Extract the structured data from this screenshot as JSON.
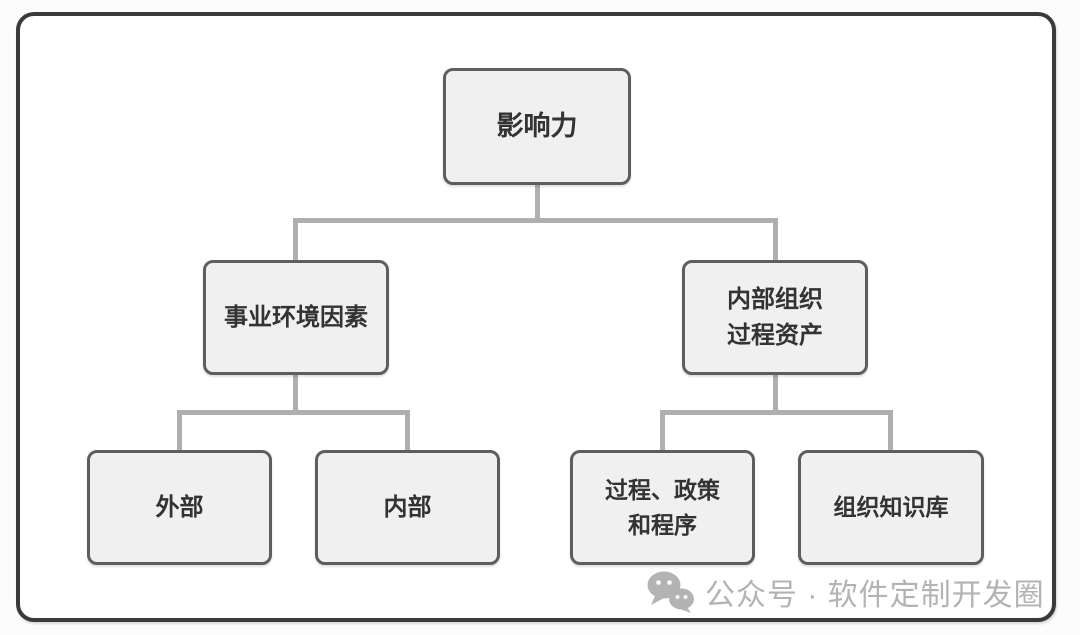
{
  "diagram": {
    "type": "tree",
    "root": {
      "label": "影响力",
      "children": [
        {
          "label": "事业环境因素",
          "children": [
            {
              "label": "外部"
            },
            {
              "label": "内部"
            }
          ]
        },
        {
          "label": "内部组织\n过程资产",
          "children": [
            {
              "label": "过程、政策\n和程序"
            },
            {
              "label": "组织知识库"
            }
          ]
        }
      ]
    }
  },
  "watermark": {
    "icon": "wechat-icon",
    "text": "公众号 · 软件定制开发圈"
  },
  "colors": {
    "node_fill": "#f0f0f0",
    "node_border": "#5e5e5e",
    "node_text": "#333333",
    "connector": "#afafaf",
    "frame_border": "#3a3a3a",
    "canvas_background": "#ffffff",
    "watermark_text": "#b3b3b3"
  }
}
